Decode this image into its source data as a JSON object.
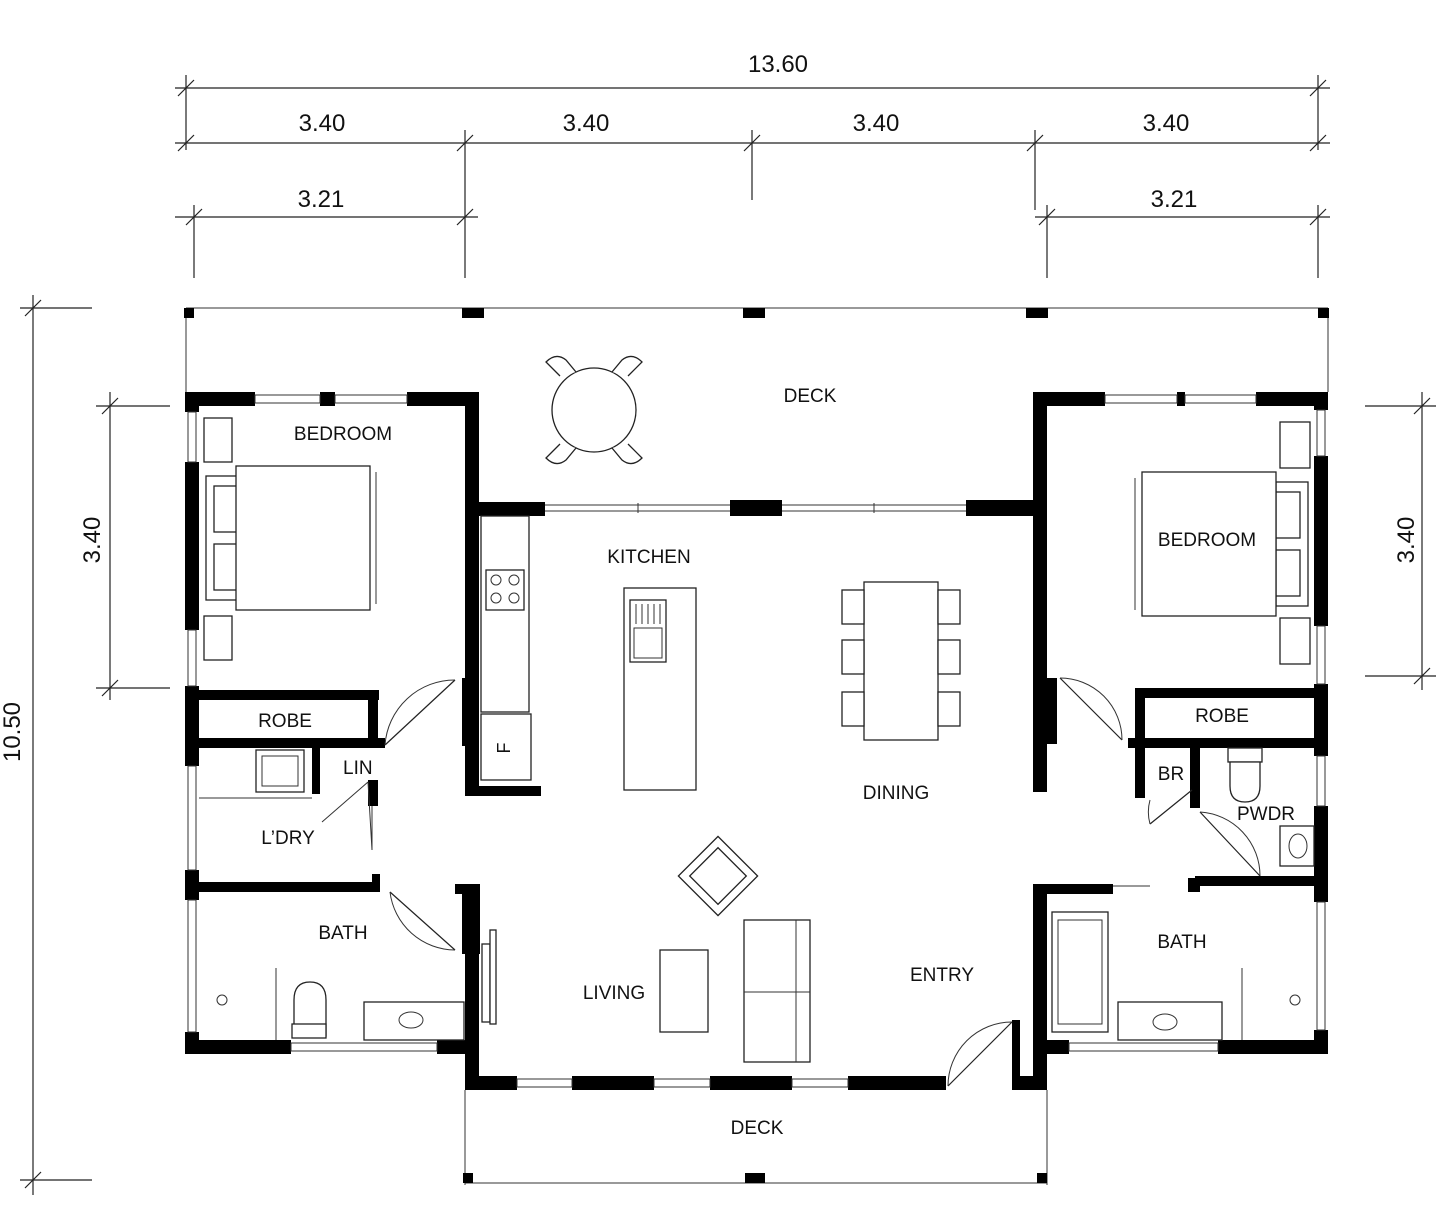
{
  "dimensions": {
    "overall_width": "13.60",
    "module_1": "3.40",
    "module_2": "3.40",
    "module_3": "3.40",
    "module_4": "3.40",
    "left_wing_width": "3.21",
    "right_wing_width": "3.21",
    "overall_depth": "10.50",
    "left_bedroom_depth": "3.40",
    "right_bedroom_depth": "3.40"
  },
  "rooms": {
    "deck_rear": "DECK",
    "bedroom_left": "BEDROOM",
    "bedroom_right": "BEDROOM",
    "kitchen": "KITCHEN",
    "dining": "DINING",
    "robe_left": "ROBE",
    "robe_right": "ROBE",
    "linen": "LIN",
    "laundry": "L’DRY",
    "bath_left": "BATH",
    "bath_right": "BATH",
    "broom": "BR",
    "powder": "PWDR",
    "living": "LIVING",
    "entry": "ENTRY",
    "deck_front": "DECK",
    "fridge": "F"
  }
}
